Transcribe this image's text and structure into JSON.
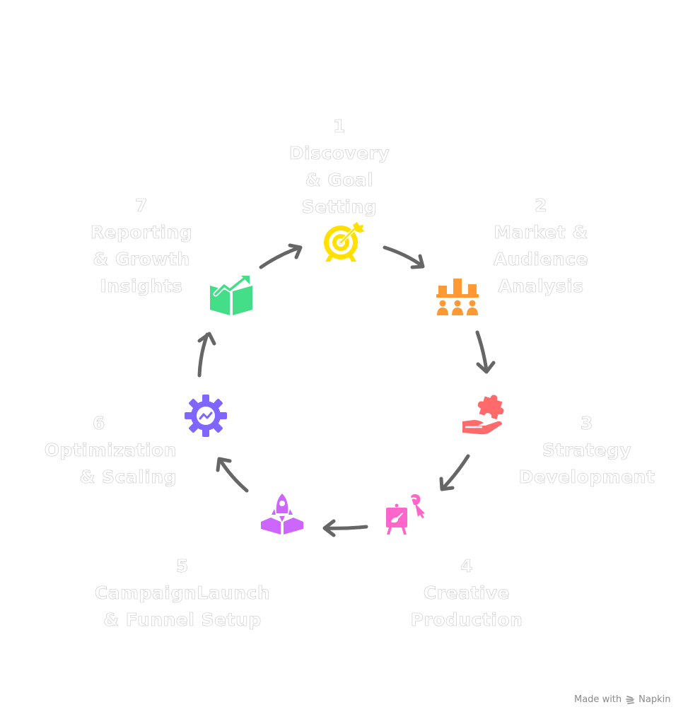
{
  "diagram": {
    "title": "Marketing Cycle",
    "steps": [
      {
        "number": "1",
        "lines": [
          "Discovery",
          "& Goal",
          "Setting"
        ],
        "icon": "target-icon",
        "color": "#FFE000"
      },
      {
        "number": "2",
        "lines": [
          "Market &",
          "Audience",
          "Analysis"
        ],
        "icon": "audience-chart-icon",
        "color": "#FF9933"
      },
      {
        "number": "3",
        "lines": [
          "Strategy",
          "Development"
        ],
        "icon": "puzzle-hand-icon",
        "color": "#FF6B6B"
      },
      {
        "number": "4",
        "lines": [
          "Creative",
          "Production"
        ],
        "icon": "easel-icon",
        "color": "#FF66CC"
      },
      {
        "number": "5",
        "lines": [
          "CampaignLaunch",
          "& Funnel Setup"
        ],
        "icon": "rocket-launch-icon",
        "color": "#CC66FF"
      },
      {
        "number": "6",
        "lines": [
          "Optimization",
          "& Scaling"
        ],
        "icon": "gear-trend-icon",
        "color": "#8066FF"
      },
      {
        "number": "7",
        "lines": [
          "Reporting",
          "& Growth",
          "Insights"
        ],
        "icon": "growth-book-icon",
        "color": "#44DD88"
      }
    ],
    "arrow_color": "#666666"
  },
  "footer": {
    "made_with": "Made with",
    "brand": "Napkin"
  }
}
